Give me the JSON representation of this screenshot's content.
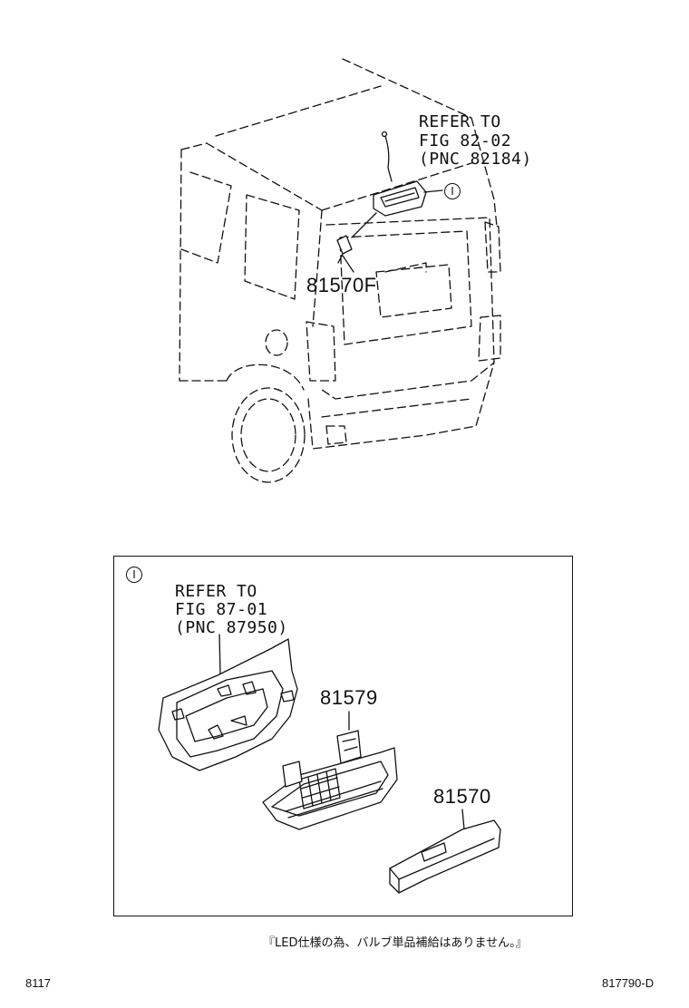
{
  "top_view": {
    "refer_label": {
      "line1": "REFER TO",
      "line2": "FIG 82-02",
      "line3": "(PNC 82184)"
    },
    "callout_marker": "I",
    "part_number": "81570F"
  },
  "detail_view": {
    "marker": "I",
    "refer_label": {
      "line1": "REFER TO",
      "line2": "FIG 87-01",
      "line3": "(PNC 87950)"
    },
    "part_numbers": {
      "lens": "81579",
      "lamp": "81570"
    }
  },
  "note": "『LED仕様の為、バルブ単品補給はありません。』",
  "footer": {
    "page_code": "8117",
    "figure_code": "817790-D"
  }
}
